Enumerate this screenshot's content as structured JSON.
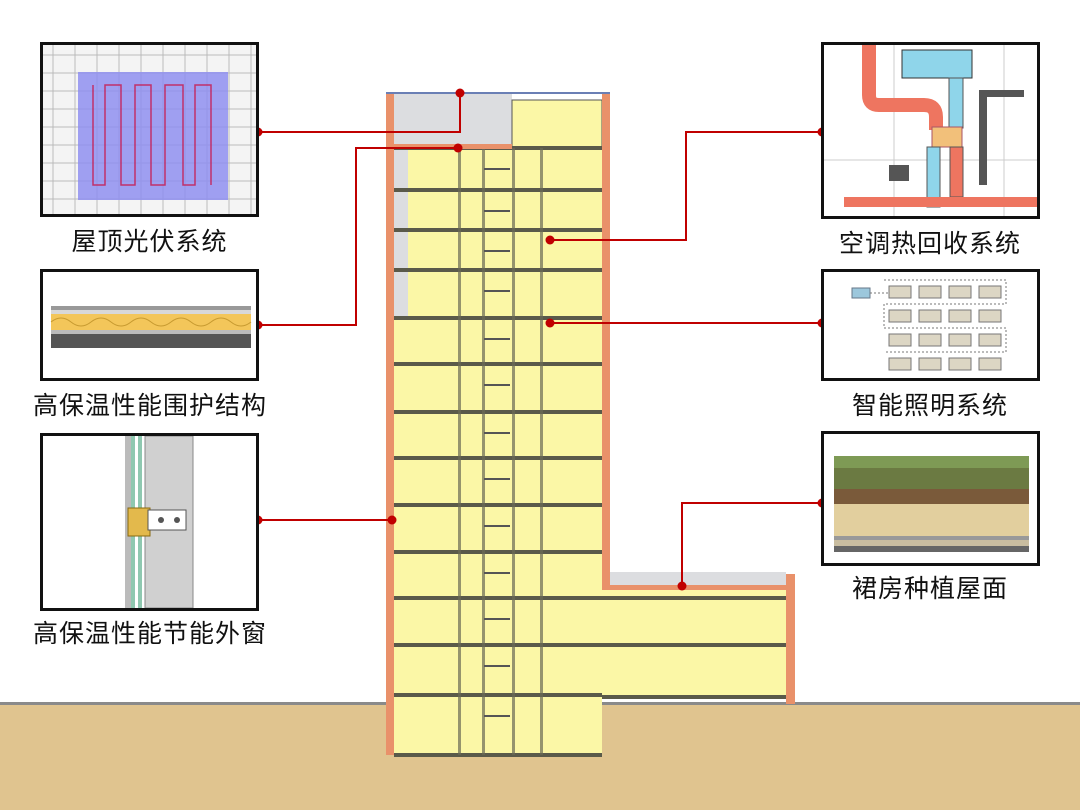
{
  "colors": {
    "connector": "#c00000",
    "floor_fill": "#fbf7a6",
    "wall": "#e9916a",
    "ground": "#e0c48f",
    "ground_line": "#8a8a8a"
  },
  "features": {
    "left": [
      {
        "label": "屋顶光伏系统",
        "icon": "rooftop-pv-plan"
      },
      {
        "label": "高保温性能围护结构",
        "icon": "insulated-wall-section"
      },
      {
        "label": "高保温性能节能外窗",
        "icon": "window-detail"
      }
    ],
    "right": [
      {
        "label": "空调热回收系统",
        "icon": "hvac-heat-recovery-diagram"
      },
      {
        "label": "智能照明系统",
        "icon": "lighting-control-diagram"
      },
      {
        "label": "裙房种植屋面",
        "icon": "green-roof-section"
      }
    ]
  }
}
